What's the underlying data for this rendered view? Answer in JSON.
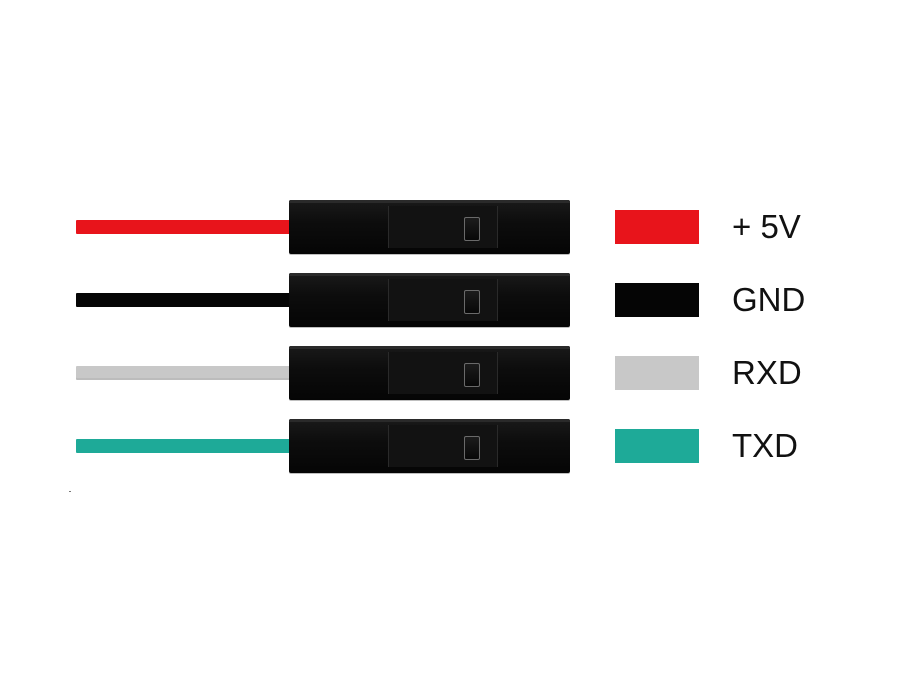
{
  "legend": [
    {
      "label": "+ 5V",
      "wire_color": "#e8141b"
    },
    {
      "label": "GND",
      "wire_color": "#050505"
    },
    {
      "label": "RXD",
      "wire_color": "#c8c8c8"
    },
    {
      "label": "TXD",
      "wire_color": "#1eaa98"
    }
  ],
  "colors": {
    "background": "#ffffff",
    "connector_housing": "#0d0d0d",
    "text": "#111111"
  }
}
